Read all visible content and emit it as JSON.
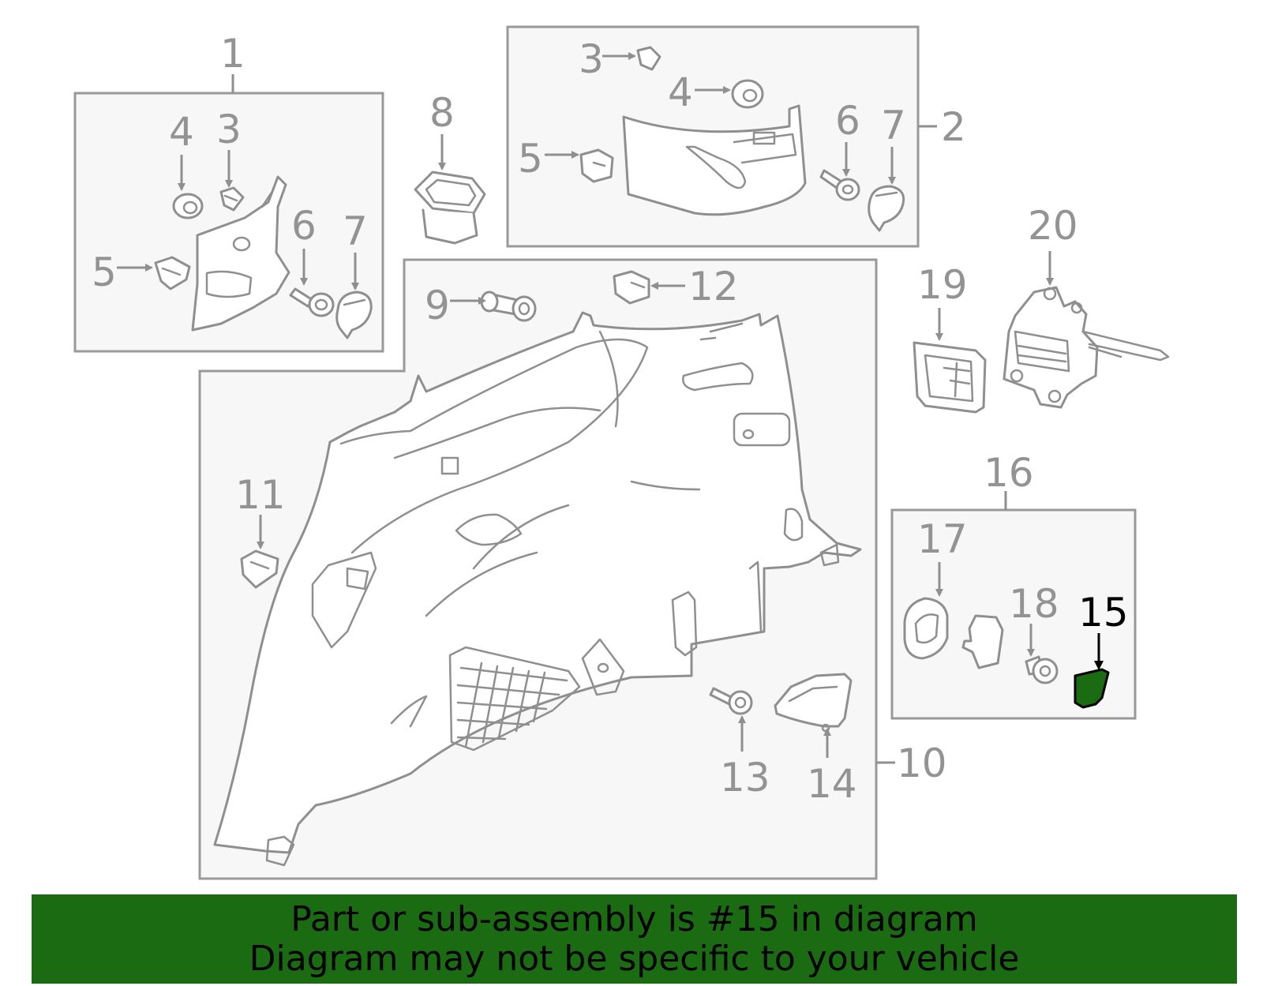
{
  "diagram": {
    "callouts": {
      "c1": "1",
      "c2": "2",
      "c3a": "3",
      "c3b": "3",
      "c4a": "4",
      "c4b": "4",
      "c5a": "5",
      "c5b": "5",
      "c6a": "6",
      "c6b": "6",
      "c7a": "7",
      "c7b": "7",
      "c8": "8",
      "c9": "9",
      "c10": "10",
      "c11": "11",
      "c12": "12",
      "c13": "13",
      "c14": "14",
      "c15": "15",
      "c16": "16",
      "c17": "17",
      "c18": "18",
      "c19": "19",
      "c20": "20"
    },
    "highlighted_part": "15",
    "colors": {
      "highlight": "#1a6b12",
      "line": "#8f8f8f",
      "box_fill": "#f7f7f7"
    }
  },
  "banner": {
    "line1": "Part or sub-assembly is #15 in diagram",
    "line2": "Diagram may not be specific to your vehicle"
  }
}
